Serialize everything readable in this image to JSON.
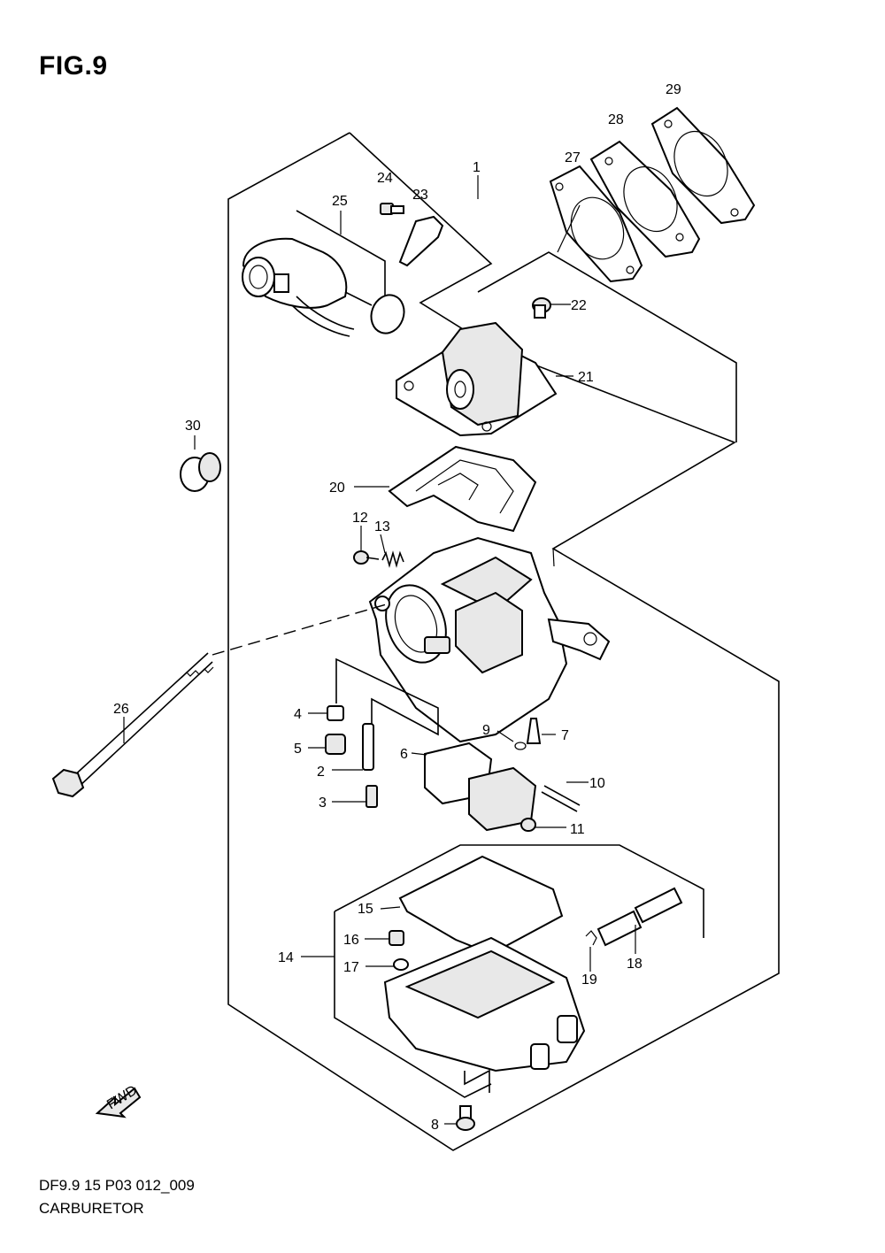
{
  "figure": {
    "title": "FIG.9",
    "code": "DF9.9 15 P03 012_009",
    "name": "CARBURETOR"
  },
  "fwd_label": "FWD",
  "parts": {
    "p1": "1",
    "p2": "2",
    "p3": "3",
    "p4": "4",
    "p5": "5",
    "p6": "6",
    "p7": "7",
    "p8": "8",
    "p9": "9",
    "p10": "10",
    "p11": "11",
    "p12": "12",
    "p13": "13",
    "p14": "14",
    "p15": "15",
    "p16": "16",
    "p17": "17",
    "p18": "18",
    "p19": "19",
    "p20": "20",
    "p21": "21",
    "p22": "22",
    "p23": "23",
    "p24": "24",
    "p25": "25",
    "p26": "26",
    "p27": "27",
    "p28": "28",
    "p29": "29",
    "p30": "30"
  }
}
